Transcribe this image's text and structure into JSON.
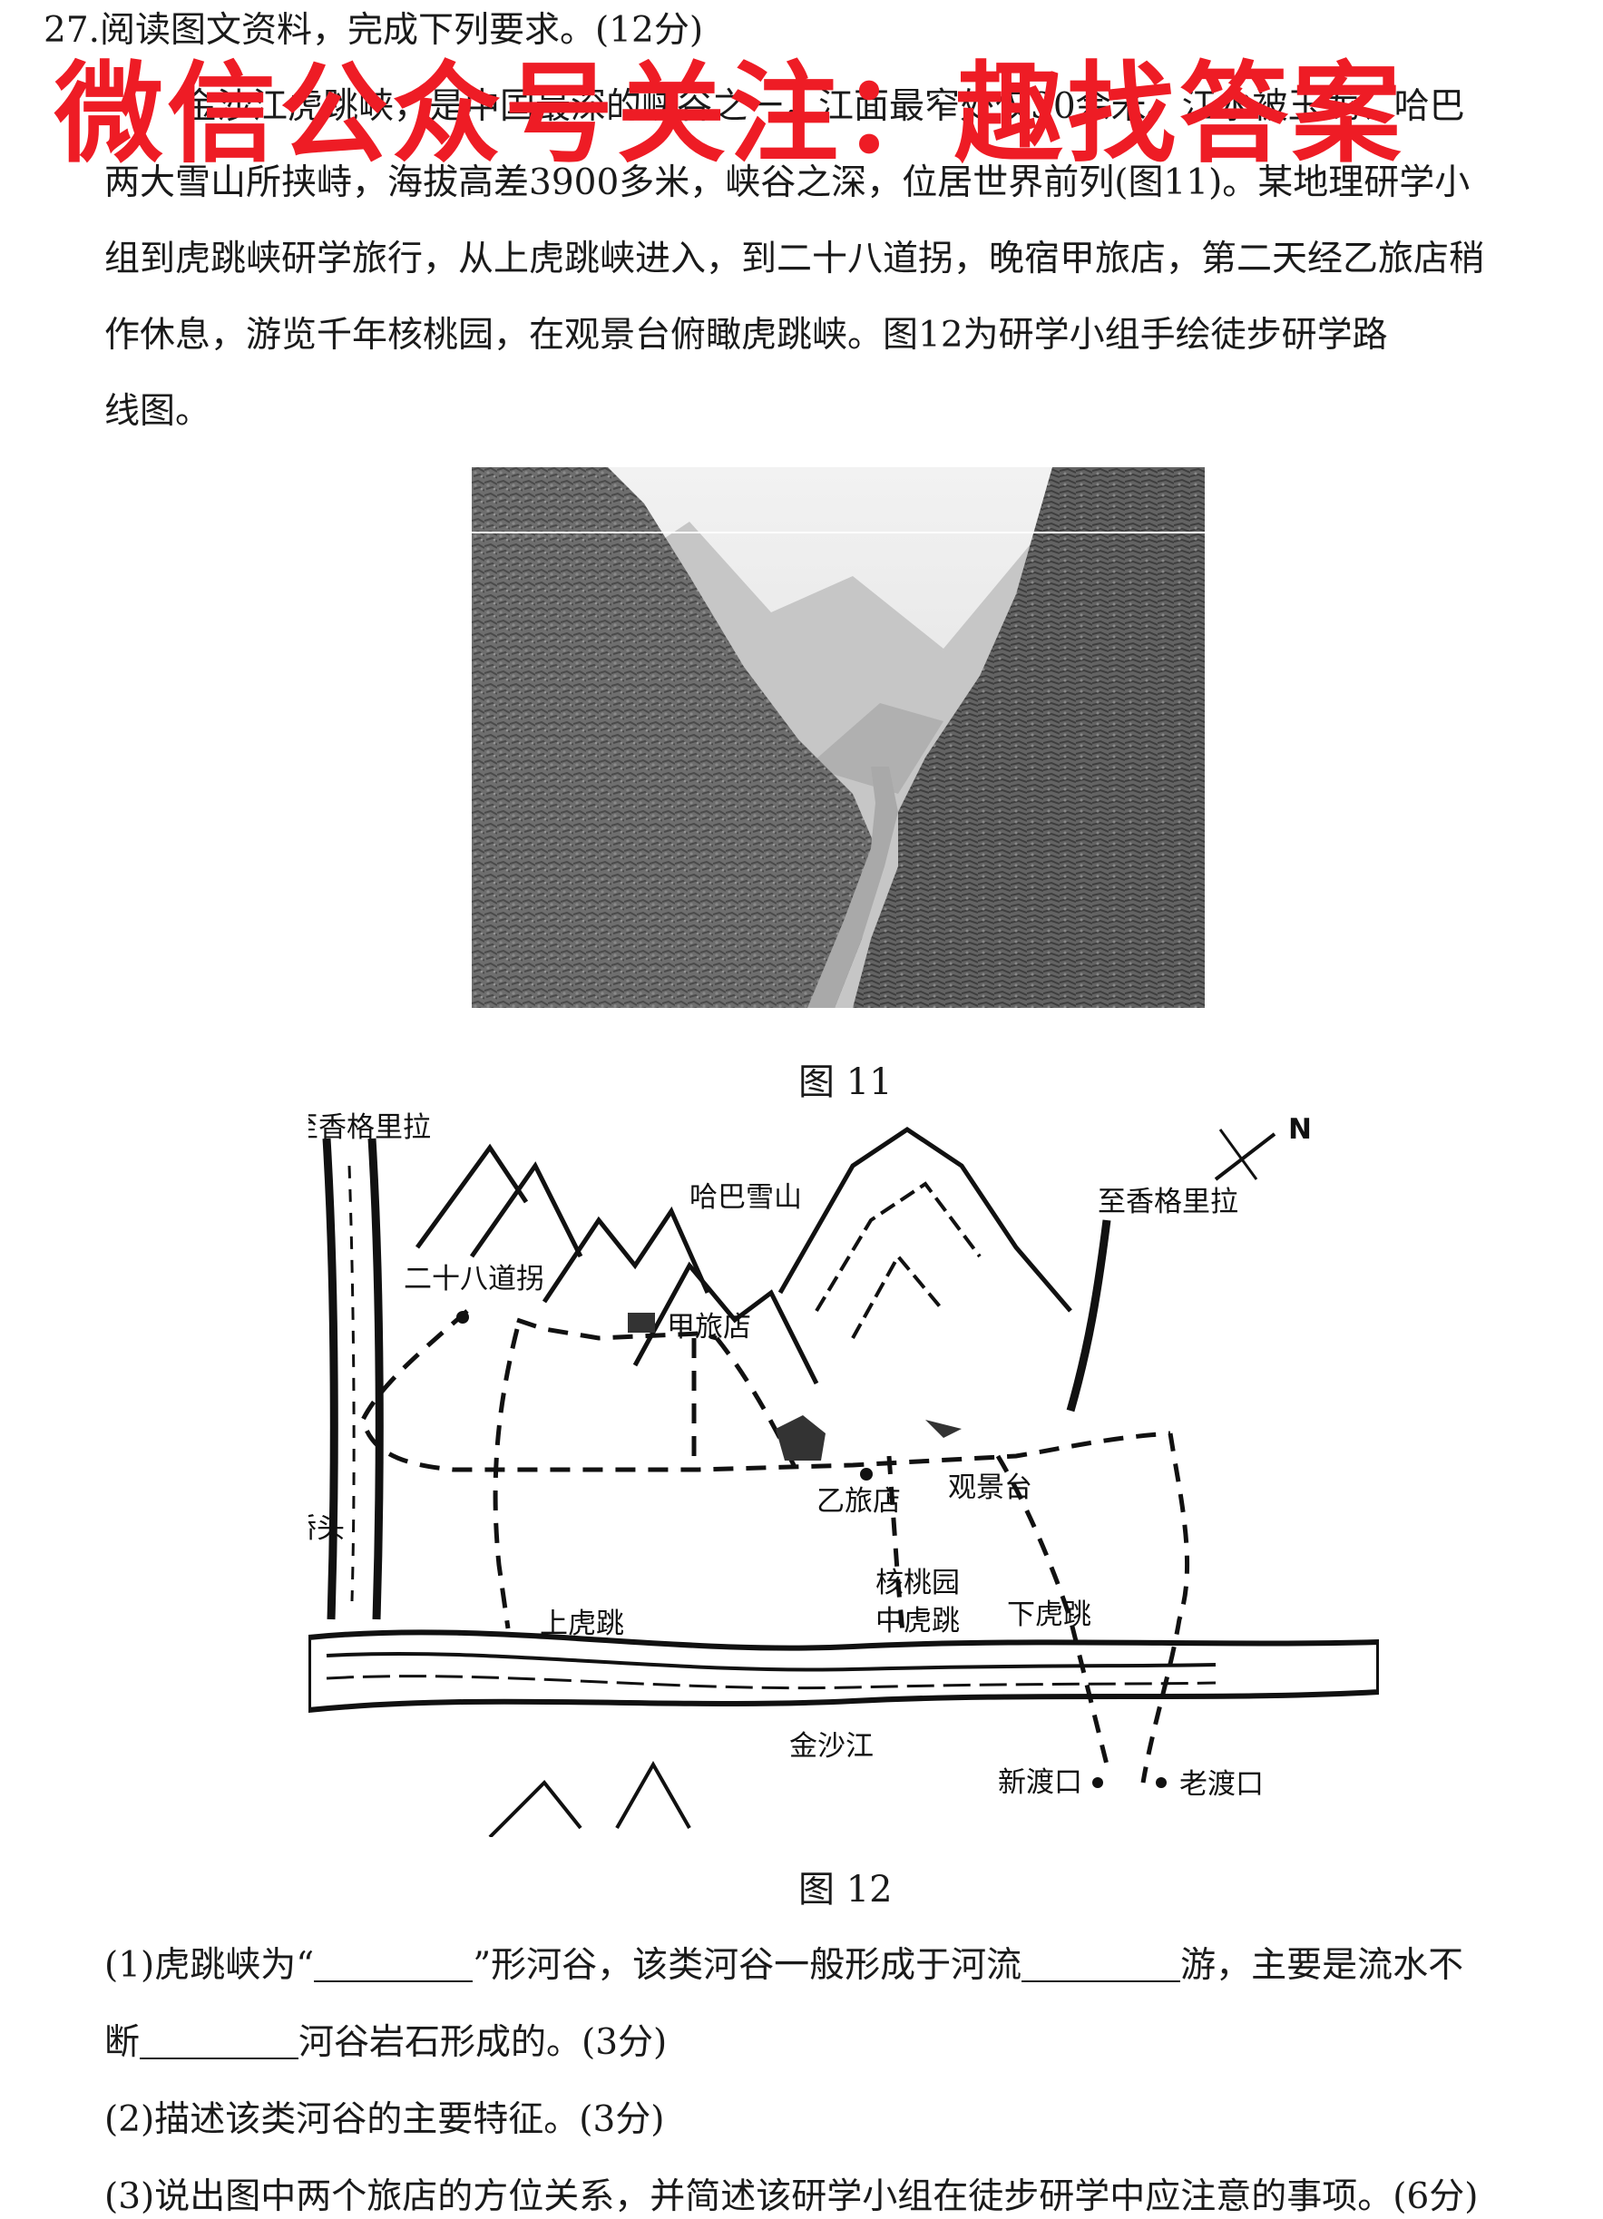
{
  "question": {
    "header": "27.阅读图文资料，完成下列要求。(12分)",
    "paragraph": [
      "金沙江虎跳峡，是中国最深的峡谷之一，江面最窄处仅30余米。江水被玉龙、哈巴",
      "两大雪山所挟峙，海拔高差3900多米，峡谷之深，位居世界前列(图11)。某地理研学小",
      "组到虎跳峡研学旅行，从上虎跳峡进入，到二十八道拐，晚宿甲旅店，第二天经乙旅店稍",
      "作休息，游览千年核桃园，在观景台俯瞰虎跳峡。图12为研学小组手绘徒步研学路",
      "线图。"
    ]
  },
  "watermark": "微信公众号关注：趣找答案",
  "figure11": {
    "caption": "图 11",
    "photo_icon": "canyon-photo"
  },
  "figure12": {
    "caption": "图 12",
    "labels": {
      "to_shangri_la_left": "至香格里拉",
      "haba_mountain": "哈巴雪山",
      "north": "N",
      "to_shangri_la_right": "至香格里拉",
      "twenty_eight_bends": "二十八道拐",
      "hotel_a": "甲旅店",
      "bridgehead": "桥头",
      "hotel_b": "乙旅店",
      "viewing_platform": "观景台",
      "walnut_garden": "核桃园",
      "upper_tiger_leap": "上虎跳",
      "middle_tiger_leap": "中虎跳",
      "lower_tiger_leap": "下虎跳",
      "jinsha_river": "金沙江",
      "new_ferry": "新渡口",
      "old_ferry": "老渡口"
    }
  },
  "subquestions": {
    "q1_part1a": "(1)虎跳峡为“",
    "q1_part1b": "”形河谷，该类河谷一般形成于河流",
    "q1_part1c": "游，主要是流水不",
    "q1_part2a": "断",
    "q1_part2b": "河谷岩石形成的。(3分)",
    "q2": "(2)描述该类河谷的主要特征。(3分)",
    "q3": "(3)说出图中两个旅店的方位关系，并简述该研学小组在徒步研学中应注意的事项。(6分)"
  }
}
